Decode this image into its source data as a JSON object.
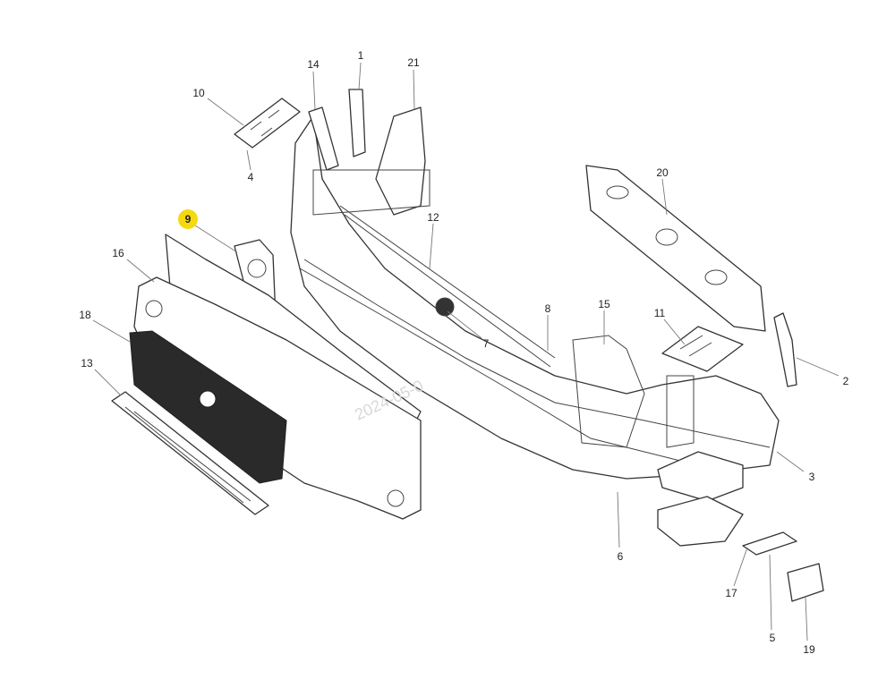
{
  "diagram": {
    "highlight_color": "#f5d90f",
    "watermark": "2024-05-0",
    "callouts": [
      {
        "id": "c1",
        "label": "1"
      },
      {
        "id": "c21",
        "label": "21"
      },
      {
        "id": "c14",
        "label": "14"
      },
      {
        "id": "c10",
        "label": "10"
      },
      {
        "id": "c4",
        "label": "4"
      },
      {
        "id": "c20",
        "label": "20"
      },
      {
        "id": "c9",
        "label": "9",
        "highlighted": true
      },
      {
        "id": "c12",
        "label": "12"
      },
      {
        "id": "c16",
        "label": "16"
      },
      {
        "id": "c18",
        "label": "18"
      },
      {
        "id": "c13",
        "label": "13"
      },
      {
        "id": "c8",
        "label": "8"
      },
      {
        "id": "c15",
        "label": "15"
      },
      {
        "id": "c11",
        "label": "11"
      },
      {
        "id": "c7",
        "label": "7"
      },
      {
        "id": "c2",
        "label": "2"
      },
      {
        "id": "c3",
        "label": "3"
      },
      {
        "id": "c6",
        "label": "6"
      },
      {
        "id": "c17",
        "label": "17"
      },
      {
        "id": "c5",
        "label": "5"
      },
      {
        "id": "c19",
        "label": "19"
      }
    ]
  }
}
